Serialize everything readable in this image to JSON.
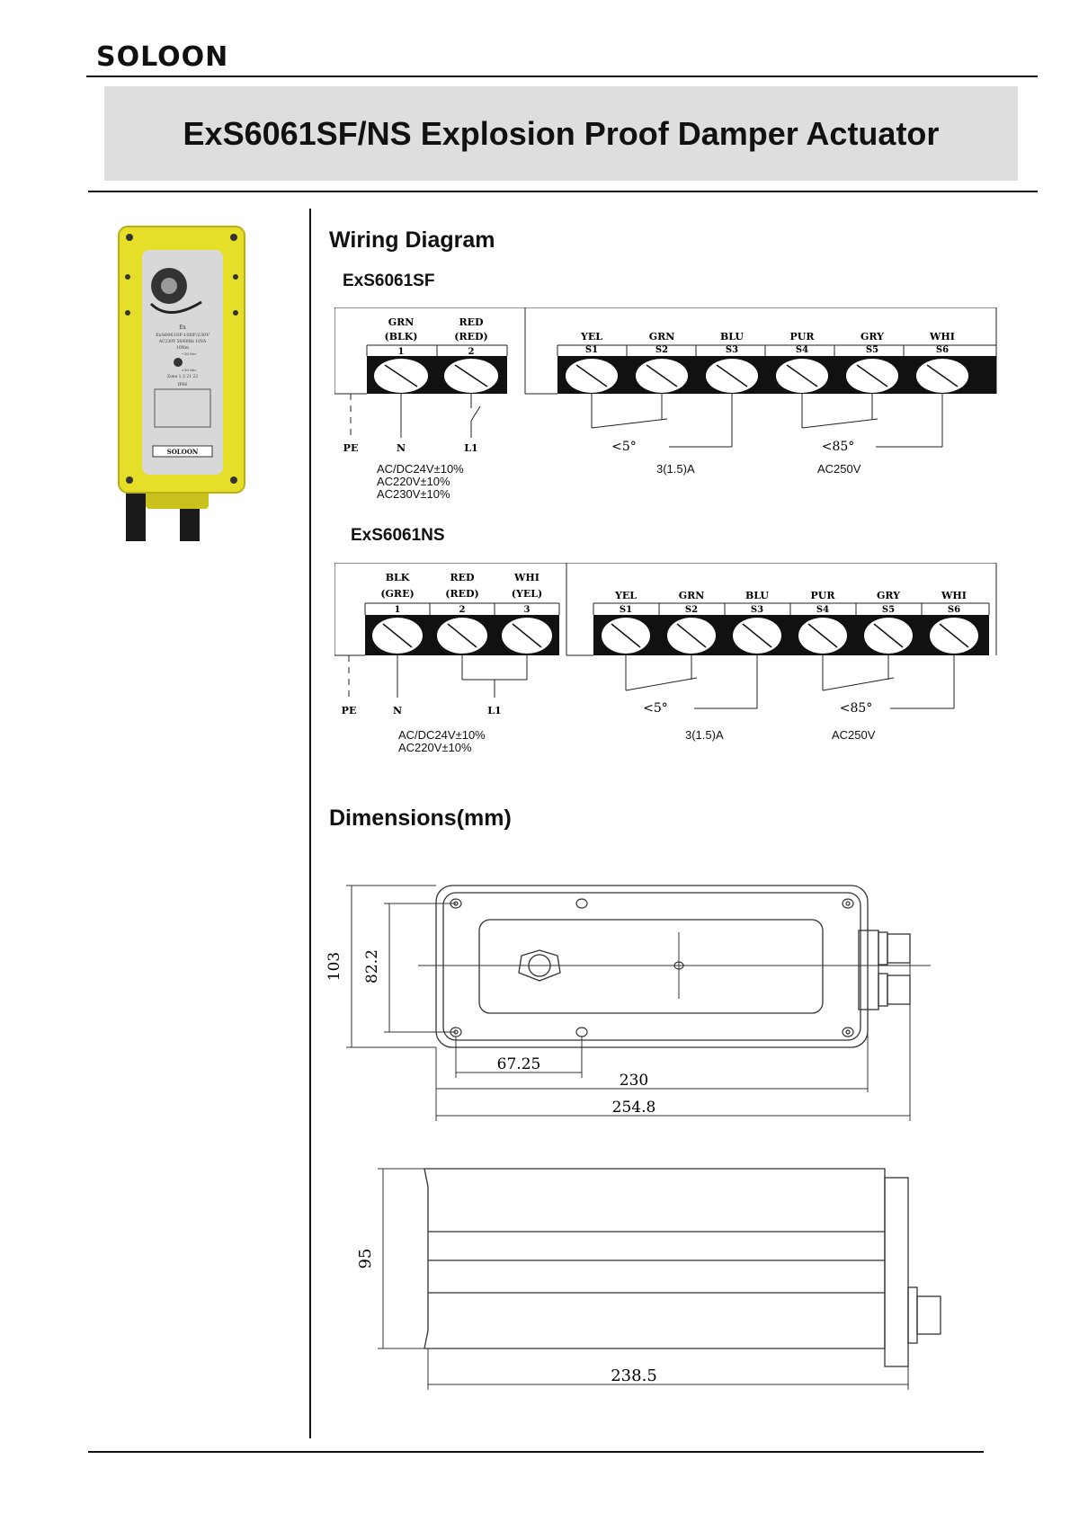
{
  "header": {
    "brand": "SOLOON",
    "title": "ExS6061SF/NS Explosion Proof Damper Actuator"
  },
  "product_photo": {
    "label_lines": [
      "Ex",
      "ExS6061SF-10DF/230V",
      "AC230V 50/60Hz 10VA",
      "10Nm"
    ],
    "badge_lines": [
      "~30 Sec",
      "<30 Sec",
      "Zone 1 2 21 22",
      "IP66"
    ],
    "plate": "SOLOON"
  },
  "wiring": {
    "heading": "Wiring Diagram",
    "sf": {
      "title": "ExS6061SF",
      "power_terminals": [
        {
          "color": "GRN",
          "alt": "(BLK)",
          "num": "1"
        },
        {
          "color": "RED",
          "alt": "(RED)",
          "num": "2"
        }
      ],
      "switch_terminals": [
        {
          "color": "YEL",
          "num": "S1"
        },
        {
          "color": "GRN",
          "num": "S2"
        },
        {
          "color": "BLU",
          "num": "S3"
        },
        {
          "color": "PUR",
          "num": "S4"
        },
        {
          "color": "GRY",
          "num": "S5"
        },
        {
          "color": "WHI",
          "num": "S6"
        }
      ],
      "wire_labels": [
        "PE",
        "N",
        "L1"
      ],
      "angle_low": "<5°",
      "angle_high": "<85°",
      "power_notes": [
        "AC/DC24V±10%",
        "AC220V±10%",
        "AC230V±10%"
      ],
      "current_rating": "3(1.5)A",
      "voltage_rating": "AC250V"
    },
    "ns": {
      "title": "ExS6061NS",
      "power_terminals": [
        {
          "color": "BLK",
          "alt": "(GRE)",
          "num": "1"
        },
        {
          "color": "RED",
          "alt": "(RED)",
          "num": "2"
        },
        {
          "color": "WHI",
          "alt": "(YEL)",
          "num": "3"
        }
      ],
      "switch_terminals": [
        {
          "color": "YEL",
          "num": "S1"
        },
        {
          "color": "GRN",
          "num": "S2"
        },
        {
          "color": "BLU",
          "num": "S3"
        },
        {
          "color": "PUR",
          "num": "S4"
        },
        {
          "color": "GRY",
          "num": "S5"
        },
        {
          "color": "WHI",
          "num": "S6"
        }
      ],
      "wire_labels": [
        "PE",
        "N",
        "L1"
      ],
      "angle_low": "<5°",
      "angle_high": "<85°",
      "power_notes": [
        "AC/DC24V±10%",
        "AC220V±10%"
      ],
      "current_rating": "3(1.5)A",
      "voltage_rating": "AC250V"
    }
  },
  "dimensions": {
    "heading": "Dimensions(mm)",
    "top_view": {
      "height_outer": "103",
      "height_inner": "82.2",
      "hole_spacing": "67.25",
      "body_length": "230",
      "total_length": "254.8"
    },
    "side_view": {
      "height": "95",
      "length": "238.5"
    }
  },
  "colors": {
    "photo_body": "#e6df2a",
    "photo_panel": "#d8d8d8",
    "title_band": "#dedede"
  }
}
